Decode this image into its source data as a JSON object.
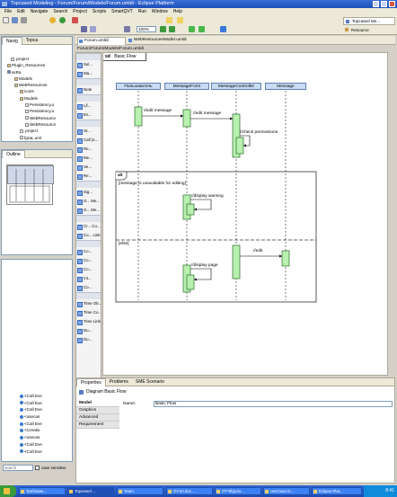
{
  "window": {
    "title": "Topcased Modeling - Forum/Forum/Models/Forum.umldi - Eclipse Platform"
  },
  "menu": [
    "File",
    "Edit",
    "Navigate",
    "Search",
    "Project",
    "Scripts",
    "SmartQVT",
    "Run",
    "Window",
    "Help"
  ],
  "toolbar": {
    "zoom": "100%",
    "perspective_topcased": "Topcased Mo...",
    "perspective_resource": "Resource"
  },
  "left_views": {
    "tab_nav": "Navig",
    "tab_topcased": "Topca"
  },
  "nav_tree": [
    {
      "label": ".project",
      "indent": 10,
      "icon": "file-icon"
    },
    {
      "label": "Plugin_Resources",
      "indent": 6,
      "icon": "folder-icon"
    },
    {
      "label": "ssRa",
      "indent": 6,
      "icon": "project-icon"
    },
    {
      "label": "Models",
      "indent": 14,
      "icon": "folder-icon"
    },
    {
      "label": "WebResources",
      "indent": 14,
      "icon": "folder-icon"
    },
    {
      "label": "icons",
      "indent": 20,
      "icon": "folder-icon"
    },
    {
      "label": "Models",
      "indent": 20,
      "icon": "folder-icon"
    },
    {
      "label": "Persistency.u",
      "indent": 26,
      "icon": "file-icon"
    },
    {
      "label": "Persistency.u",
      "indent": 26,
      "icon": "file-icon"
    },
    {
      "label": "WebResource",
      "indent": 26,
      "icon": "file-icon"
    },
    {
      "label": "WebResource",
      "indent": 26,
      "icon": "file-icon"
    },
    {
      "label": ".project",
      "indent": 20,
      "icon": "file-icon"
    },
    {
      "label": "fgraL.uml",
      "indent": 20,
      "icon": "file-icon"
    }
  ],
  "outline": {
    "title": "Outline"
  },
  "model_tree": [
    "<Call Eve",
    "<Call Eve",
    "<Call Eve",
    "<usecas",
    "<Call Eve",
    "<Creatio",
    "<usecas",
    "<Call Eve",
    "<Call Eve"
  ],
  "search": {
    "placeholder": "search",
    "case_label": "case sensitive"
  },
  "editor": {
    "tabs": [
      "Forum.umldi",
      "WebResourcesModel.umldi"
    ],
    "breadcrumb": "Forum/Forum/Models/Forum.umldi",
    "diagram_kind": "sd",
    "diagram_title": "Basic Flow"
  },
  "palette": {
    "groups": [
      {
        "items": [
          "Sel...",
          "Ma..."
        ]
      },
      {
        "items": [
          "Note"
        ]
      },
      {
        "items": [
          "Lif...",
          "Ev..."
        ]
      },
      {
        "items": [
          "St...",
          "Call (s...",
          "Re...",
          "Me...",
          "Se...",
          "Re..."
        ]
      },
      {
        "items": [
          "Sig...",
          "O... Me...",
          "O... Me..."
        ]
      },
      {
        "items": [
          "Cr... Co... Link",
          "Co... Link"
        ]
      },
      {
        "items": [
          "Co...",
          "Co...",
          "Co...",
          "Int...",
          "Co..."
        ]
      },
      {
        "items": [
          "Time Ob...",
          "Time Co...",
          "Time Link",
          "Du...",
          "Du..."
        ]
      }
    ]
  },
  "diagram": {
    "lifelines": [
      "Пользователь",
      "MessageForm",
      "MessageController",
      "Message"
    ],
    "messages": [
      "//edit message",
      "//edit message",
      "//check permissions",
      "//display warning",
      "//edit",
      "//display page"
    ],
    "fragment": {
      "operator": "alt",
      "guard1": "[message is unavaliable for editing]",
      "guard2": "[else]"
    }
  },
  "bottom": {
    "tabs": [
      "Properties",
      "Problems",
      "SME Scenario"
    ],
    "header": "Diagram Basic Flow",
    "side_tabs": [
      "Model",
      "Graphics",
      "Advanced",
      "Requirement"
    ],
    "name_label": "Name:",
    "name_value": "Basic Flow"
  },
  "taskbar": {
    "start": "",
    "tasks": [
      "Требован...",
      "Topcased ...",
      "Team",
      "Отчёт.doc ...",
      "ОТЧЁД.do...",
      "UseCase D...",
      "Eclipse Plat..."
    ],
    "clock": "8:41"
  }
}
